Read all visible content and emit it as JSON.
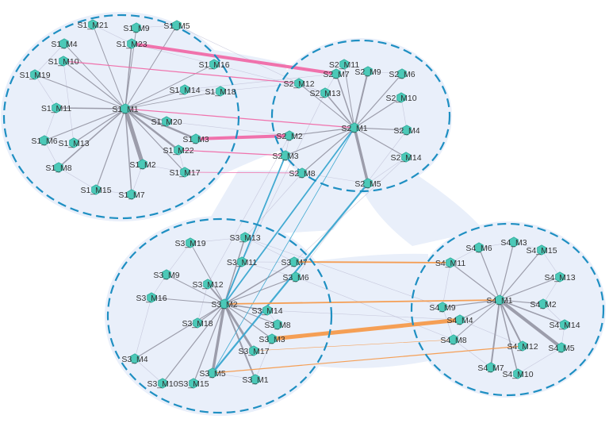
{
  "colors": {
    "blob": "#e9effa",
    "cluster_border": "#1e8fc2",
    "node": "#4cc9b8",
    "node_stroke": "#2aa998",
    "edge_internal": "#8e8e9c",
    "edge_faint": "#b8b8d0",
    "edge_pink": "#f06aa8",
    "edge_blue": "#3aa6d0",
    "edge_orange": "#f59a4c"
  },
  "nodes": [
    {
      "id": "S1_M1"
    },
    {
      "id": "S1_M2"
    },
    {
      "id": "S1_M3"
    },
    {
      "id": "S1_M4"
    },
    {
      "id": "S1_M5"
    },
    {
      "id": "S1_M6"
    },
    {
      "id": "S1_M7"
    },
    {
      "id": "S1_M8"
    },
    {
      "id": "S1_M9"
    },
    {
      "id": "S1_M10"
    },
    {
      "id": "S1_M11"
    },
    {
      "id": "S1_M13"
    },
    {
      "id": "S1_M14"
    },
    {
      "id": "S1_M15"
    },
    {
      "id": "S1_M16"
    },
    {
      "id": "S1_M17"
    },
    {
      "id": "S1_M18"
    },
    {
      "id": "S1_M19"
    },
    {
      "id": "S1_M20"
    },
    {
      "id": "S1_M21"
    },
    {
      "id": "S1_M22"
    },
    {
      "id": "S1_M23"
    },
    {
      "id": "S2_M1"
    },
    {
      "id": "S2_M2"
    },
    {
      "id": "S2_M3"
    },
    {
      "id": "S2_M4"
    },
    {
      "id": "S2_M5"
    },
    {
      "id": "S2_M6"
    },
    {
      "id": "S2_M7"
    },
    {
      "id": "S2_M8"
    },
    {
      "id": "S2_M9"
    },
    {
      "id": "S2_M10"
    },
    {
      "id": "S2_M11"
    },
    {
      "id": "S2_M12"
    },
    {
      "id": "S2_M13"
    },
    {
      "id": "S2_M14"
    },
    {
      "id": "S3_M1"
    },
    {
      "id": "S3_M2"
    },
    {
      "id": "S3_M3"
    },
    {
      "id": "S3_M4"
    },
    {
      "id": "S3_M5"
    },
    {
      "id": "S3_M6"
    },
    {
      "id": "S3_M7"
    },
    {
      "id": "S3_M8"
    },
    {
      "id": "S3_M9"
    },
    {
      "id": "S3_M10"
    },
    {
      "id": "S3_M11"
    },
    {
      "id": "S3_M12"
    },
    {
      "id": "S3_M13"
    },
    {
      "id": "S3_M14"
    },
    {
      "id": "S3_M15"
    },
    {
      "id": "S3_M16"
    },
    {
      "id": "S3_M17"
    },
    {
      "id": "S3_M18"
    },
    {
      "id": "S3_M19"
    },
    {
      "id": "S4_M1"
    },
    {
      "id": "S4_M2"
    },
    {
      "id": "S4_M3"
    },
    {
      "id": "S4_M4"
    },
    {
      "id": "S4_M5"
    },
    {
      "id": "S4_M6"
    },
    {
      "id": "S4_M7"
    },
    {
      "id": "S4_M8"
    },
    {
      "id": "S4_M9"
    },
    {
      "id": "S4_M10"
    },
    {
      "id": "S4_M11"
    },
    {
      "id": "S4_M12"
    },
    {
      "id": "S4_M13"
    },
    {
      "id": "S4_M14"
    },
    {
      "id": "S4_M15"
    }
  ],
  "edges": [
    {
      "from": "S1_M23",
      "to": "S2_M7",
      "color": "pink",
      "weight": 4
    },
    {
      "from": "S1_M3",
      "to": "S2_M2",
      "color": "pink",
      "weight": 4
    },
    {
      "from": "S1_M10",
      "to": "S2_M12",
      "color": "pink",
      "weight": 1.2
    },
    {
      "from": "S1_M1",
      "to": "S2_M1",
      "color": "pink",
      "weight": 1.2
    },
    {
      "from": "S1_M22",
      "to": "S2_M3",
      "color": "pink",
      "weight": 1.2
    },
    {
      "from": "S1_M17",
      "to": "S2_M8",
      "color": "pink",
      "weight": 0.8
    },
    {
      "from": "S2_M3",
      "to": "S3_M2",
      "color": "blue",
      "weight": 1.8
    },
    {
      "from": "S2_M1",
      "to": "S3_M2",
      "color": "blue",
      "weight": 1.8
    },
    {
      "from": "S2_M5",
      "to": "S3_M5",
      "color": "blue",
      "weight": 2.2
    },
    {
      "from": "S2_M1",
      "to": "S3_M5",
      "color": "blue",
      "weight": 0.8
    },
    {
      "from": "S3_M7",
      "to": "S4_M11",
      "color": "orange",
      "weight": 1.8
    },
    {
      "from": "S3_M2",
      "to": "S4_M1",
      "color": "orange",
      "weight": 1.8
    },
    {
      "from": "S3_M3",
      "to": "S4_M4",
      "color": "orange",
      "weight": 5
    },
    {
      "from": "S3_M5",
      "to": "S4_M12",
      "color": "orange",
      "weight": 1.2
    },
    {
      "from": "S3_M17",
      "to": "S4_M8",
      "color": "orange",
      "weight": 0.6
    },
    {
      "from": "S1_M1",
      "to": "S1_M2",
      "weight": 5
    },
    {
      "from": "S1_M1",
      "to": "S1_M3",
      "weight": 2.5
    },
    {
      "from": "S1_M1",
      "to": "S1_M22",
      "weight": 2.5
    },
    {
      "from": "S1_M1",
      "to": "S1_M23",
      "weight": 1.5
    },
    {
      "from": "S1_M1",
      "to": "S1_M7",
      "weight": 1.5
    },
    {
      "from": "S1_M1",
      "to": "S1_M8",
      "weight": 1.5
    },
    {
      "from": "S1_M1",
      "to": "S1_M11",
      "weight": 1.5
    },
    {
      "from": "S1_M1",
      "to": "S1_M20",
      "weight": 1.2
    },
    {
      "from": "S1_M1",
      "to": "S1_M17",
      "weight": 1.2
    },
    {
      "from": "S1_M1",
      "to": "S1_M15",
      "weight": 1.2
    },
    {
      "from": "S1_M1",
      "to": "S1_M13",
      "weight": 1.2
    },
    {
      "from": "S1_M1",
      "to": "S1_M6",
      "weight": 1.2
    },
    {
      "from": "S1_M1",
      "to": "S1_M10",
      "weight": 1.2
    },
    {
      "from": "S1_M1",
      "to": "S1_M14",
      "weight": 1
    },
    {
      "from": "S1_M1",
      "to": "S1_M9",
      "weight": 1
    },
    {
      "from": "S1_M1",
      "to": "S1_M4",
      "weight": 1
    },
    {
      "from": "S1_M1",
      "to": "S1_M5",
      "weight": 1
    },
    {
      "from": "S1_M1",
      "to": "S1_M21",
      "weight": 1
    },
    {
      "from": "S1_M1",
      "to": "S1_M19",
      "weight": 1
    },
    {
      "from": "S1_M1",
      "to": "S1_M16",
      "weight": 1
    },
    {
      "from": "S1_M1",
      "to": "S1_M18",
      "weight": 0.8
    },
    {
      "from": "S2_M1",
      "to": "S2_M5",
      "weight": 3.5
    },
    {
      "from": "S2_M1",
      "to": "S2_M9",
      "weight": 2
    },
    {
      "from": "S2_M1",
      "to": "S2_M13",
      "weight": 1.5
    },
    {
      "from": "S2_M1",
      "to": "S2_M7",
      "weight": 1.5
    },
    {
      "from": "S2_M1",
      "to": "S2_M10",
      "weight": 1.2
    },
    {
      "from": "S2_M1",
      "to": "S2_M6",
      "weight": 1.2
    },
    {
      "from": "S2_M1",
      "to": "S2_M4",
      "weight": 1.2
    },
    {
      "from": "S2_M1",
      "to": "S2_M14",
      "weight": 1.2
    },
    {
      "from": "S2_M1",
      "to": "S2_M2",
      "weight": 1.2
    },
    {
      "from": "S2_M1",
      "to": "S2_M3",
      "weight": 1.2
    },
    {
      "from": "S2_M1",
      "to": "S2_M8",
      "weight": 1.2
    },
    {
      "from": "S2_M1",
      "to": "S2_M12",
      "weight": 1
    },
    {
      "from": "S2_M1",
      "to": "S2_M11",
      "weight": 1
    },
    {
      "from": "S3_M2",
      "to": "S3_M5",
      "weight": 3.5
    },
    {
      "from": "S3_M2",
      "to": "S3_M17",
      "weight": 3
    },
    {
      "from": "S3_M2",
      "to": "S3_M1",
      "weight": 2
    },
    {
      "from": "S3_M2",
      "to": "S3_M12",
      "weight": 2
    },
    {
      "from": "S3_M2",
      "to": "S3_M13",
      "weight": 1.5
    },
    {
      "from": "S3_M2",
      "to": "S3_M11",
      "weight": 1.5
    },
    {
      "from": "S3_M2",
      "to": "S3_M7",
      "weight": 1.5
    },
    {
      "from": "S3_M2",
      "to": "S3_M14",
      "weight": 1.5
    },
    {
      "from": "S3_M2",
      "to": "S3_M6",
      "weight": 1.2
    },
    {
      "from": "S3_M2",
      "to": "S3_M8",
      "weight": 1.2
    },
    {
      "from": "S3_M2",
      "to": "S3_M3",
      "weight": 1.2
    },
    {
      "from": "S3_M2",
      "to": "S3_M15",
      "weight": 1.2
    },
    {
      "from": "S3_M2",
      "to": "S3_M10",
      "weight": 1.2
    },
    {
      "from": "S3_M2",
      "to": "S3_M4",
      "weight": 1.2
    },
    {
      "from": "S3_M2",
      "to": "S3_M18",
      "weight": 1.2
    },
    {
      "from": "S3_M2",
      "to": "S3_M16",
      "weight": 1
    },
    {
      "from": "S3_M2",
      "to": "S3_M9",
      "weight": 1
    },
    {
      "from": "S3_M2",
      "to": "S3_M19",
      "weight": 1
    },
    {
      "from": "S4_M1",
      "to": "S4_M5",
      "weight": 4
    },
    {
      "from": "S4_M1",
      "to": "S4_M12",
      "weight": 2
    },
    {
      "from": "S4_M1",
      "to": "S4_M7",
      "weight": 2
    },
    {
      "from": "S4_M1",
      "to": "S4_M10",
      "weight": 1.5
    },
    {
      "from": "S4_M1",
      "to": "S4_M14",
      "weight": 1.5
    },
    {
      "from": "S4_M1",
      "to": "S4_M2",
      "weight": 1.2
    },
    {
      "from": "S4_M1",
      "to": "S4_M13",
      "weight": 1.2
    },
    {
      "from": "S4_M1",
      "to": "S4_M15",
      "weight": 1.2
    },
    {
      "from": "S4_M1",
      "to": "S4_M3",
      "weight": 1.2
    },
    {
      "from": "S4_M1",
      "to": "S4_M6",
      "weight": 1.2
    },
    {
      "from": "S4_M1",
      "to": "S4_M11",
      "weight": 1.2
    },
    {
      "from": "S4_M1",
      "to": "S4_M9",
      "weight": 1.2
    },
    {
      "from": "S4_M1",
      "to": "S4_M4",
      "weight": 1.2
    },
    {
      "from": "S4_M1",
      "to": "S4_M8",
      "weight": 1
    }
  ]
}
